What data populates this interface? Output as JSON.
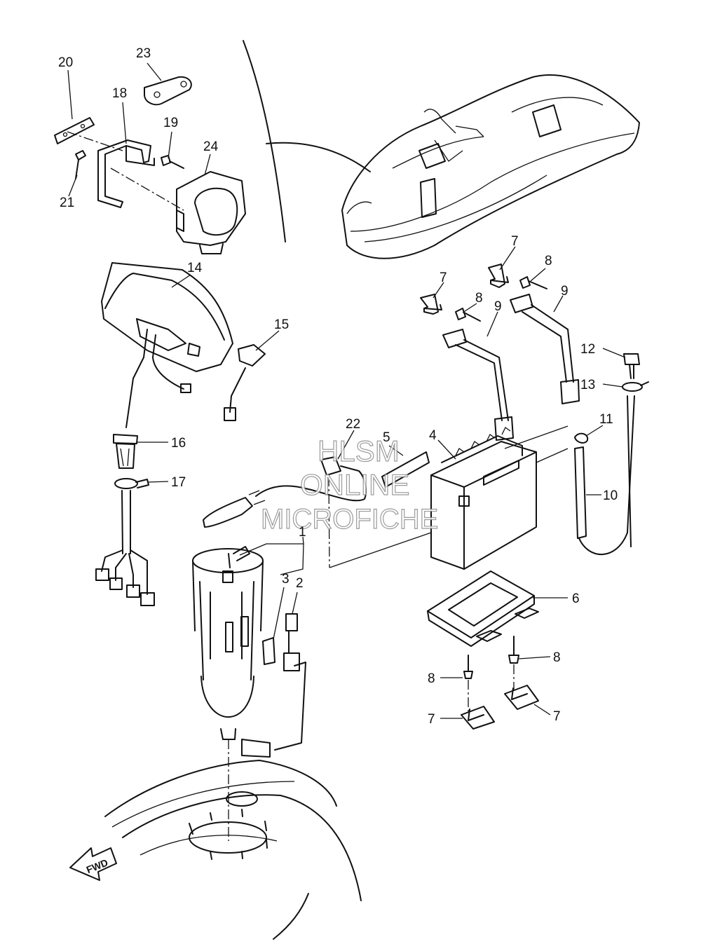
{
  "diagram": {
    "watermark": {
      "line1": "HLSM",
      "line2": "ONLINE",
      "line3": "MICROFICHE"
    },
    "direction_marker": "FWD",
    "callouts": {
      "c1": "1",
      "c2": "2",
      "c3": "3",
      "c4": "4",
      "c5": "5",
      "c6": "6",
      "c7a": "7",
      "c7b": "7",
      "c7c": "7",
      "c7d": "7",
      "c8a": "8",
      "c8b": "8",
      "c8c": "8",
      "c8d": "8",
      "c9a": "9",
      "c9b": "9",
      "c10": "10",
      "c11": "11",
      "c12": "12",
      "c13": "13",
      "c14": "14",
      "c15": "15",
      "c16": "16",
      "c17": "17",
      "c18": "18",
      "c19": "19",
      "c20": "20",
      "c21": "21",
      "c22": "22",
      "c23": "23",
      "c24": "24"
    }
  }
}
